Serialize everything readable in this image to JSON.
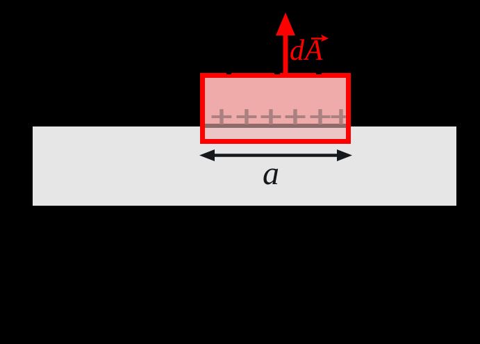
{
  "diagram": {
    "description": "Gaussian pillbox on the surface of a charged conductor",
    "area_vector_label": "dA",
    "width_label": "a",
    "plus_symbol": "+",
    "charge_count": 6,
    "colors": {
      "background": "#000000",
      "conductor_slab": "#e6e6e6",
      "pillbox_border": "#fd0000",
      "pillbox_fill_above_surface": "#efaaaa",
      "pillbox_fill_below_surface": "#ecc6c6",
      "conductor_surface_line": "#8f6a6a",
      "plus_charge": "#aa8080",
      "area_vector": "#fd0000",
      "dimension_arrow": "#15181c"
    }
  }
}
